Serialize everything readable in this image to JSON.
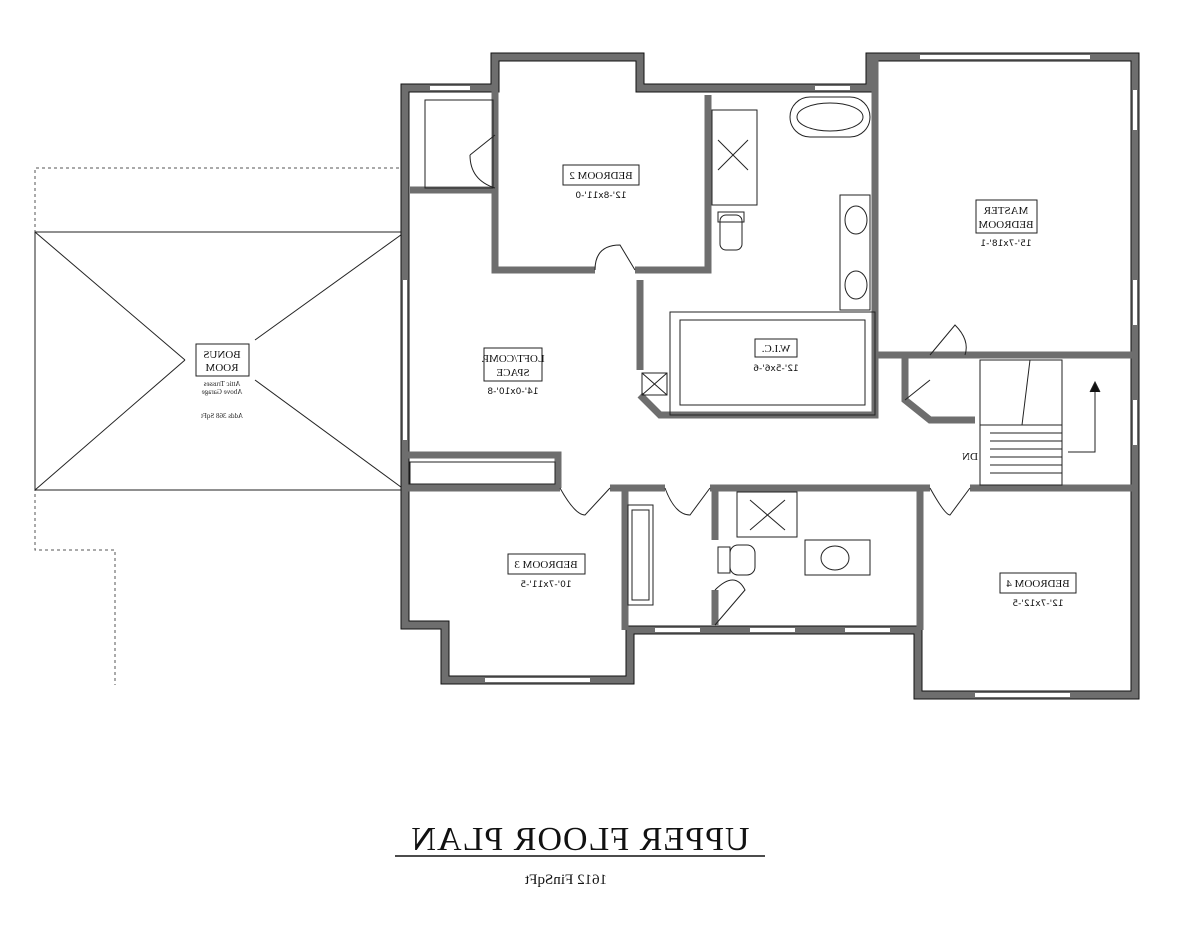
{
  "plan": {
    "title": "UPPER FLOOR PLAN",
    "subtitle": "1612 FinSqFt",
    "text_mirrored": true,
    "rooms": {
      "bonus": {
        "name_1": "BONUS",
        "name_2": "ROOM",
        "note_1": "Attic Trusses",
        "note_2": "Above Garage",
        "note_3": "Adds 368 SqFt"
      },
      "bedroom2": {
        "name": "BEDROOM 2",
        "dims": "12'-8x11'-0"
      },
      "master": {
        "name_1": "MASTER",
        "name_2": "BEDROOM",
        "dims": "15'-7x18'-1"
      },
      "loft": {
        "name_1": "LOFT/COMP.",
        "name_2": "SPACE",
        "dims": "14'-0x10'-8"
      },
      "wic": {
        "name": "W.I.C.",
        "dims": "12'-5x6'-6"
      },
      "bedroom3": {
        "name": "BEDROOM 3",
        "dims": "10'-7x11'-5"
      },
      "bedroom4": {
        "name": "BEDROOM 4",
        "dims": "12'-7x12'-5"
      }
    },
    "stairs_label": "DN",
    "colors": {
      "wall": "#6e6e6e",
      "line": "#111111"
    }
  }
}
